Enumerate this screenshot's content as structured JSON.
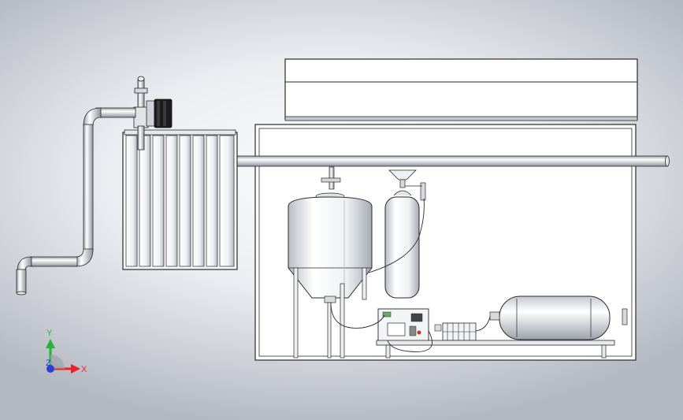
{
  "axes_triad": {
    "x_label": "X",
    "y_label": "Y",
    "z_label": "Z",
    "x_color": "#e8222a",
    "y_color": "#27b33a",
    "z_color": "#2b3fd6"
  },
  "colors": {
    "line": "#2a2a2a",
    "metal_light": "#ffffff",
    "metal_mid": "#dfe2e8",
    "metal_dark": "#9aa0aa",
    "board_green": "#6aa86a",
    "motor_dark": "#1c1c1c"
  }
}
